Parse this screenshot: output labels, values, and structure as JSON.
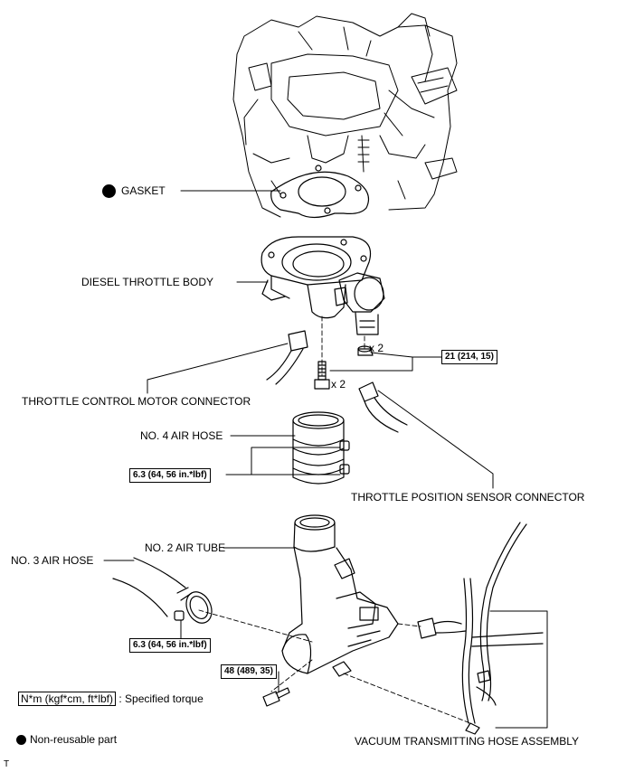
{
  "labels": {
    "gasket": "GASKET",
    "diesel_throttle_body": "DIESEL THROTTLE BODY",
    "throttle_control_motor_connector": "THROTTLE CONTROL MOTOR CONNECTOR",
    "no4_air_hose": "NO. 4 AIR HOSE",
    "throttle_position_sensor_connector": "THROTTLE POSITION SENSOR CONNECTOR",
    "no2_air_tube": "NO. 2 AIR TUBE",
    "no3_air_hose": "NO. 3 AIR HOSE",
    "vacuum_transmitting_hose_assembly": "VACUUM TRANSMITTING HOSE ASSEMBLY"
  },
  "quantities": {
    "nut_qty": "x 2",
    "bolt_qty": "x 2"
  },
  "torques": {
    "throttle_body": "21 (214, 15)",
    "no4_hose_clamp": "6.3 (64, 56 in.*lbf)",
    "no3_hose_clamp": "6.3 (64, 56 in.*lbf)",
    "air_tube_bolt": "48 (489, 35)"
  },
  "legend": {
    "torque_unit": "N*m (kgf*cm, ft*lbf)",
    "torque_desc": ": Specified torque",
    "non_reusable": "Non-reusable part"
  },
  "footer": {
    "mark": "T"
  }
}
